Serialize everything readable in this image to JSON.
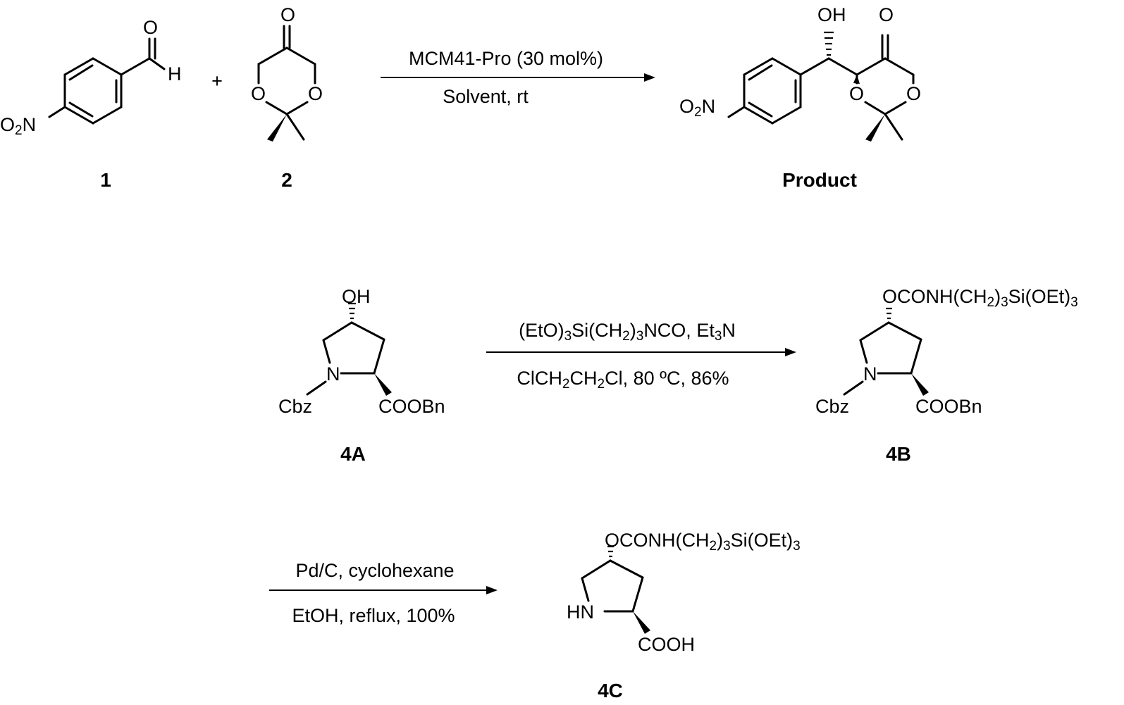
{
  "reaction_1": {
    "reactant_1": {
      "label": "1",
      "atoms": {
        "aldehyde_oxygen": "O",
        "aldehyde_hydrogen": "H",
        "nitro": "O2N"
      }
    },
    "plus": "+",
    "reactant_2": {
      "label": "2",
      "atoms": {
        "ketone_oxygen": "O",
        "ring_oxygen_left": "O",
        "ring_oxygen_right": "O"
      }
    },
    "conditions_above": "MCM41-Pro (30 mol%)",
    "conditions_below": "Solvent, rt",
    "product": {
      "label": "Product",
      "atoms": {
        "hydroxyl": "OH",
        "ketone_oxygen": "O",
        "ring_oxygen_left": "O",
        "ring_oxygen_right": "O",
        "nitro": "O2N"
      }
    }
  },
  "reaction_2": {
    "reactant": {
      "label": "4A",
      "atoms": {
        "hydroxyl": "OH",
        "nitrogen": "N",
        "protecting_group": "Cbz",
        "ester": "COOBn"
      }
    },
    "conditions_above": "(EtO)3Si(CH2)3NCO, Et3N",
    "conditions_below": "ClCH2CH2Cl, 80 ºC, 86%",
    "product": {
      "label": "4B",
      "atoms": {
        "carbamate": "OCONH(CH2)3Si(OEt)3",
        "nitrogen": "N",
        "protecting_group": "Cbz",
        "ester": "COOBn"
      }
    }
  },
  "reaction_3": {
    "conditions_above": "Pd/C, cyclohexane",
    "conditions_below": "EtOH, reflux, 100%",
    "product": {
      "label": "4C",
      "atoms": {
        "carbamate": "OCONH(CH2)3Si(OEt)3",
        "amine": "HN",
        "acid": "COOH"
      }
    }
  }
}
